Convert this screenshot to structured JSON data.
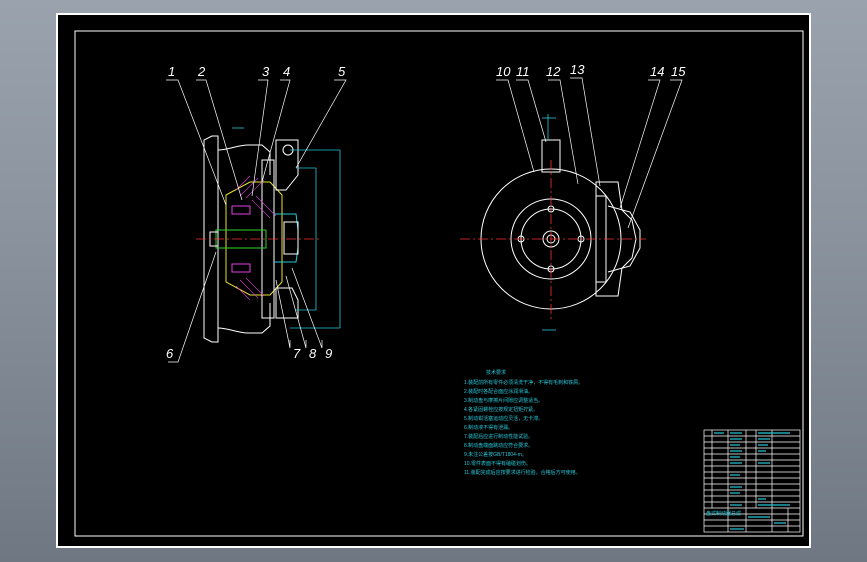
{
  "drawing": {
    "left_view_labels": [
      "1",
      "2",
      "3",
      "4",
      "5",
      "6",
      "7",
      "8",
      "9"
    ],
    "right_view_labels": [
      "10",
      "11",
      "12",
      "13",
      "14",
      "15"
    ],
    "tech_requirements_title": "技术要求",
    "tech_requirements": [
      "1.装配前所有零件必须清洗干净，不得有毛刺和铁屑。",
      "2.装配时各配合面应涂润滑油。",
      "3.制动盘与摩擦片间隙应调整适当。",
      "4.各紧固螺栓应按规定扭矩拧紧。",
      "5.制动钳活塞运动应灵活，无卡滞。",
      "6.制动液不得有泄漏。",
      "7.装配后应进行制动性能试验。",
      "8.制动盘端面跳动应符合要求。",
      "9.未注公差按GB/T1804-m。",
      "10.零件表面不得有磕碰划伤。",
      "11.装配完成后应按要求进行检验，合格后方可使用。"
    ],
    "title_block": {
      "drawing_title": "盘式制动器总成"
    }
  },
  "colors": {
    "line": "#ffffff",
    "center": "#ff3030",
    "cyan": "#27c7d8",
    "magenta": "#e040e0",
    "yellow": "#e8e030",
    "green": "#30d030"
  }
}
